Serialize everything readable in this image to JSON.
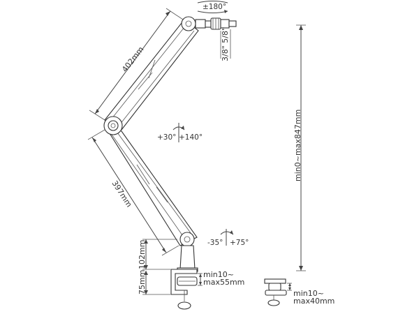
{
  "labels": {
    "swivel": "±180°",
    "thread": "3/8\" 5/8\"",
    "upper_arm": "402mm",
    "lower_arm": "397mm",
    "elbow_up": "+30°",
    "elbow_down": "+140°",
    "base_left": "-35°",
    "base_right": "+75°",
    "height_range": "min0~max847mm",
    "pole_height": "102mm",
    "clamp_height": "75mm",
    "clamp_range_1a": "min10~",
    "clamp_range_1b": "max55mm",
    "clamp_range_2a": "min10~",
    "clamp_range_2b": "max40mm"
  }
}
